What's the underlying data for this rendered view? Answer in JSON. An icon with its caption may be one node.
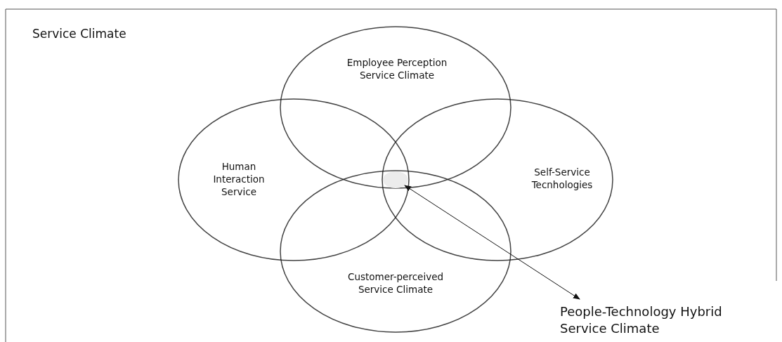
{
  "diagram": {
    "title": "Service Climate",
    "nodes": [
      {
        "text": [
          "Employee Perception Service Climate"
        ]
      },
      {
        "text": [
          "Human Interaction Service"
        ]
      },
      {
        "text": [
          "Self-Service Tecnhologies"
        ]
      },
      {
        "text": [
          "Customer-perceived Service Climate"
        ]
      },
      {
        "text": [
          "People-Technology Hybrid Service Climate"
        ]
      },
      {
        "text": [],
        "shape": "circle"
      }
    ],
    "edges": [
      {
        "from": 4,
        "to": 5,
        "arrow": "both"
      }
    ]
  }
}
